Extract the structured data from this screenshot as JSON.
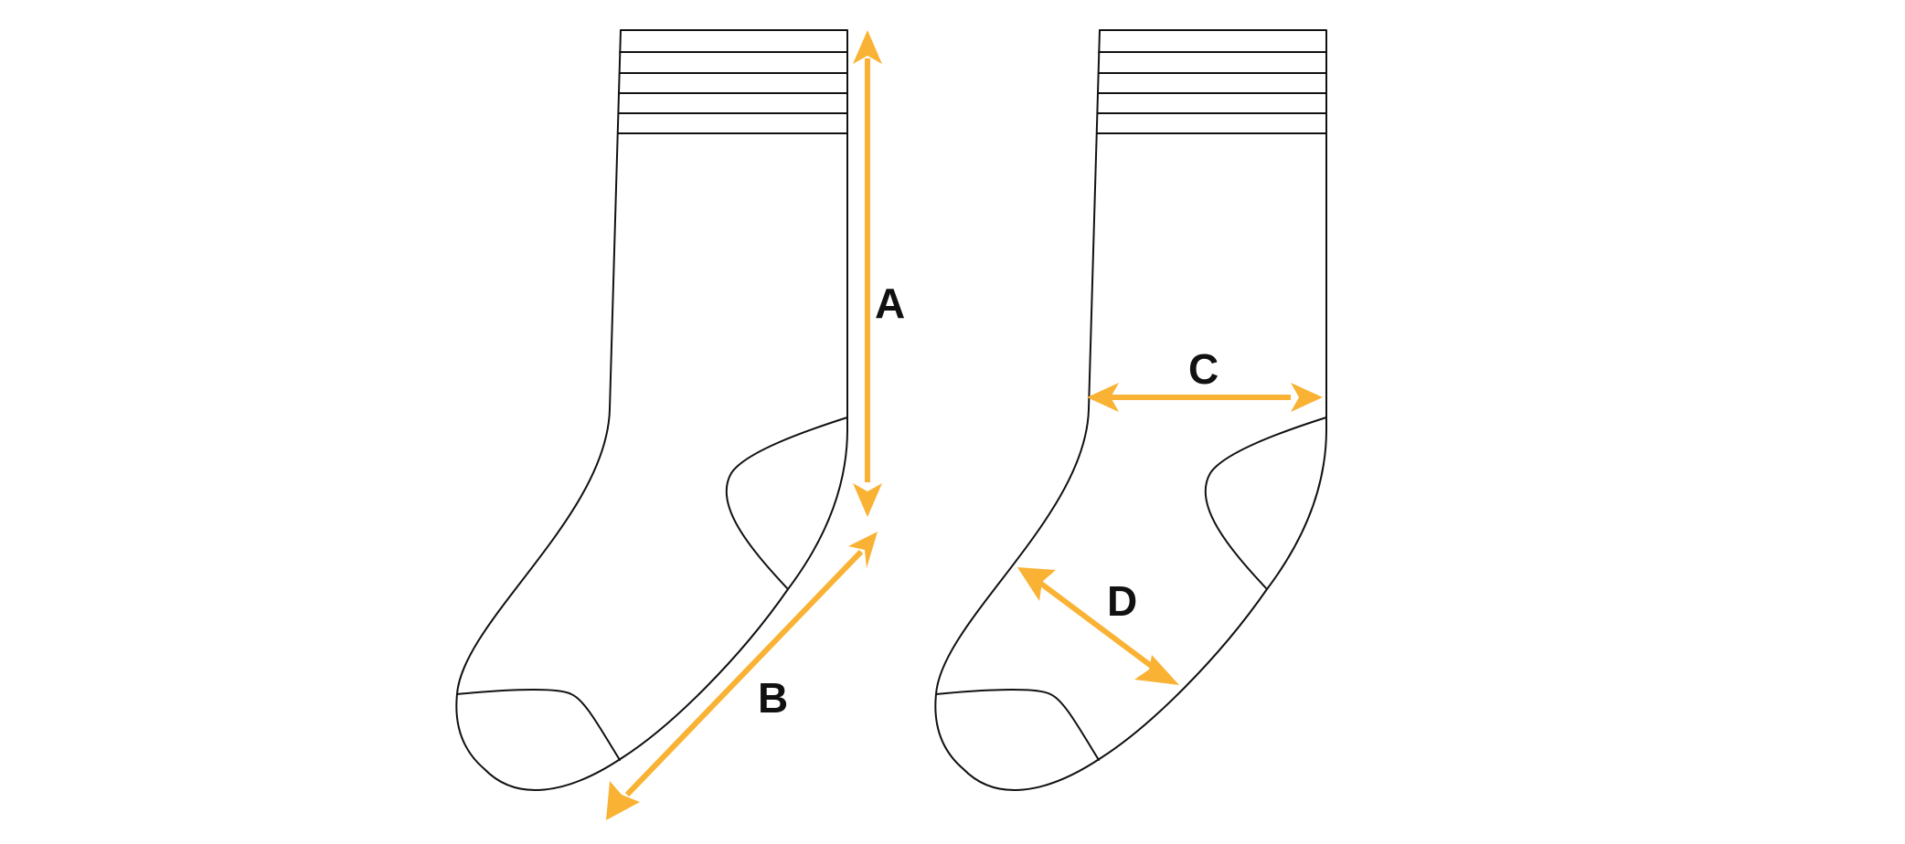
{
  "diagram": {
    "labels": {
      "a": "A",
      "b": "B",
      "c": "C",
      "d": "D"
    },
    "colors": {
      "arrow": "#f9b233",
      "outline": "#111111",
      "background": "#ffffff"
    }
  }
}
